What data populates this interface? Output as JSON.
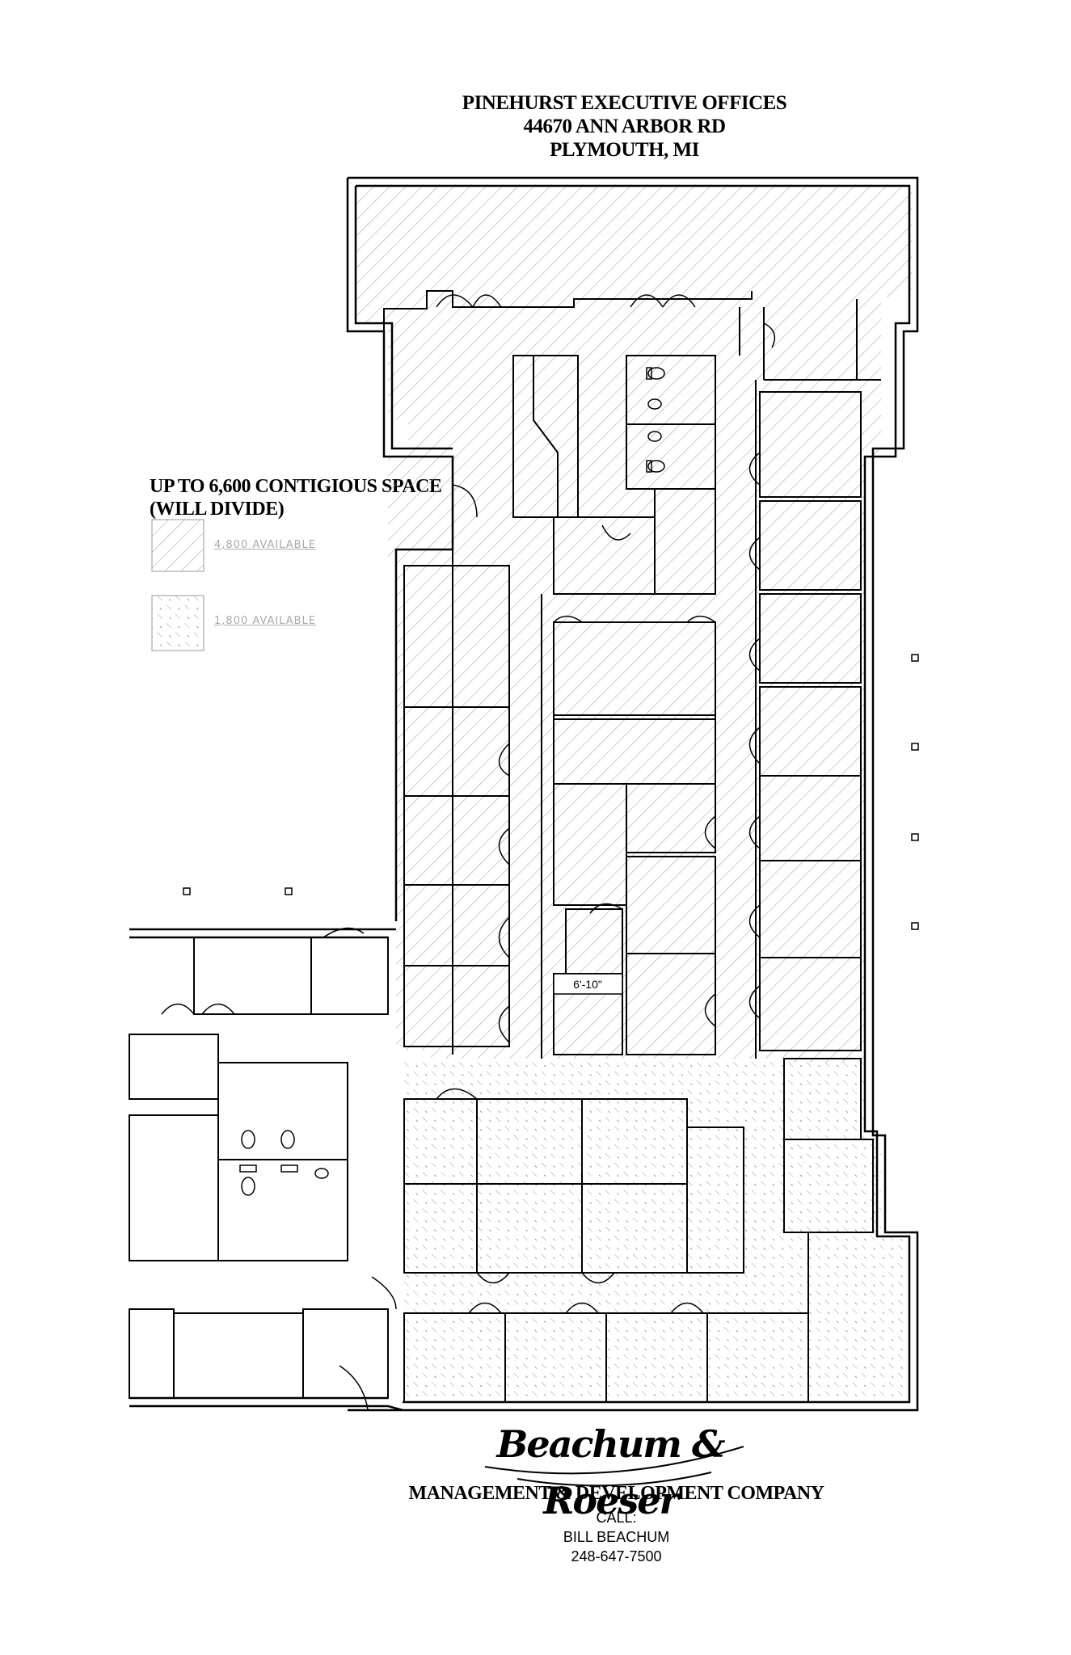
{
  "header": {
    "line1": "PINEHURST EXECUTIVE OFFICES",
    "line2": "44670 ANN ARBOR RD",
    "line3": "PLYMOUTH, MI"
  },
  "legend": {
    "heading1": "UP TO 6,600 CONTIGIOUS SPACE",
    "heading2": "(WILL DIVIDE)",
    "item1": "4,800 AVAILABLE",
    "item2": "1,800 AVAILABLE"
  },
  "dimension_label": "6'-10\"",
  "logo_text": "Beachum & Roeser",
  "footer": {
    "company": "MANAGEMENT & DEVELOPMENT COMPANY",
    "call": "CALL:",
    "contact": "BILL BEACHUM",
    "phone": "248-647-7500"
  }
}
